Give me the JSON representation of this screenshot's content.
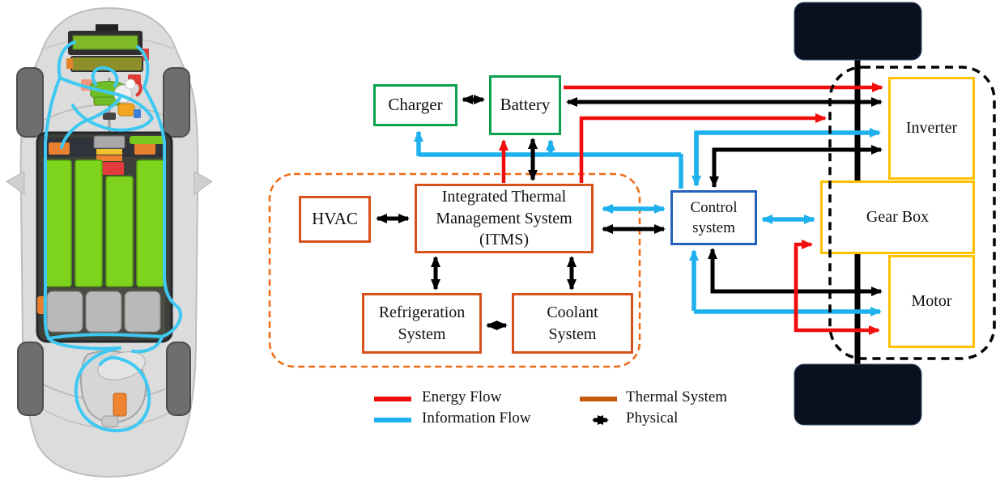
{
  "diagram": {
    "nodes": {
      "charger": {
        "label": "Charger",
        "border_color": "#0AA14E"
      },
      "battery": {
        "label": "Battery",
        "border_color": "#0AA14E"
      },
      "hvac": {
        "label": "HVAC",
        "border_color": "#D8501A"
      },
      "itms": {
        "lines": [
          "Integrated Thermal",
          "Management System",
          "(ITMS)"
        ],
        "border_color": "#D8501A"
      },
      "refrigeration": {
        "lines": [
          "Refrigeration",
          "System"
        ],
        "border_color": "#D8501A"
      },
      "coolant": {
        "lines": [
          "Coolant",
          "System"
        ],
        "border_color": "#D8501A"
      },
      "control": {
        "lines": [
          "Control",
          "system"
        ],
        "border_color": "#2560BE"
      },
      "inverter": {
        "label": "Inverter",
        "border_color": "#FFC001"
      },
      "gearbox": {
        "label": "Gear Box",
        "border_color": "#FFC001"
      },
      "motor": {
        "label": "Motor",
        "border_color": "#FFC001"
      }
    },
    "groups": {
      "thermal_cluster": {
        "style": "dashed-rounded",
        "color": "#F06A13"
      },
      "drivetrain_cluster": {
        "style": "dashed-rounded",
        "color": "#000000"
      }
    },
    "legend": {
      "energy": {
        "label": "Energy Flow",
        "color": "#F20D0D",
        "swatch": "line"
      },
      "information": {
        "label": "Information Flow",
        "color": "#1FB1ED",
        "swatch": "line"
      },
      "thermal": {
        "label": "Thermal System",
        "color": "#C55A11",
        "swatch": "line"
      },
      "physical": {
        "label": "Physical",
        "color": "#000000",
        "swatch": "double-arrow"
      }
    },
    "colors": {
      "energy_flow": "#F20D0D",
      "information_flow": "#1FB1ED",
      "thermal_box_border": "#D8501A",
      "electrical_box_border": "#0AA14E",
      "drive_box_border": "#FFC001",
      "control_box_border": "#2560BE",
      "physical_arrow": "#000000"
    }
  }
}
